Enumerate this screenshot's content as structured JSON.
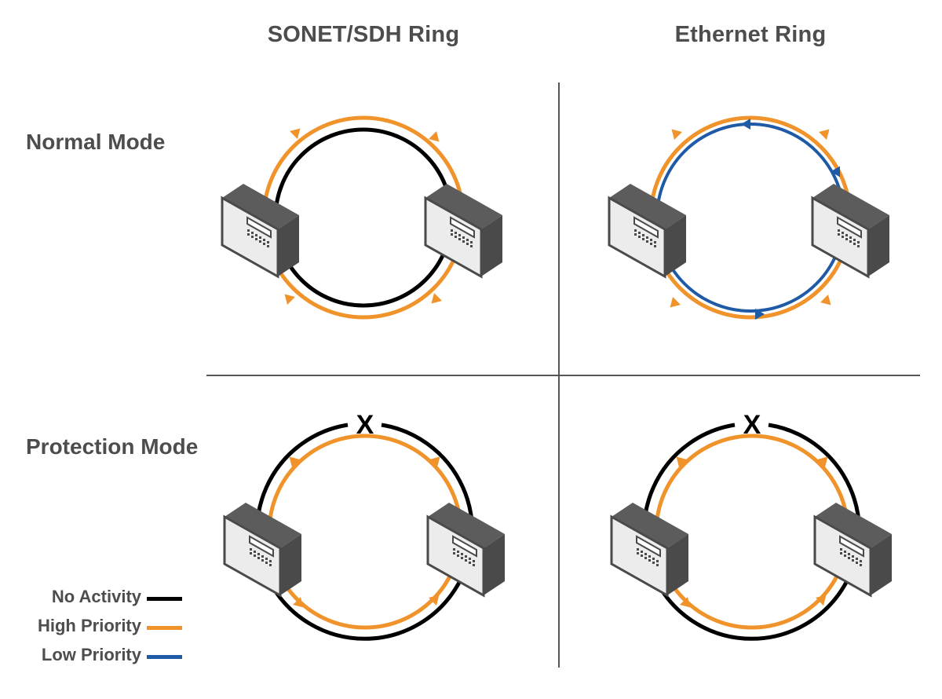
{
  "columns": {
    "sonet": "SONET/SDH Ring",
    "ethernet": "Ethernet Ring"
  },
  "rows": {
    "normal": "Normal Mode",
    "protection": "Protection Mode"
  },
  "break_marker": "X",
  "colors": {
    "no_activity": "#000000",
    "high_priority": "#f0932b",
    "low_priority": "#1f5aa6",
    "device_front": "#ededed",
    "device_top": "#5a5a5a",
    "device_side": "#4a4a4a",
    "divider": "#555555",
    "text": "#4d4d4d"
  },
  "legend": [
    {
      "label": "No Activity",
      "color": "#000000"
    },
    {
      "label": "High Priority",
      "color": "#f0932b"
    },
    {
      "label": "Low Priority",
      "color": "#1f5aa6"
    }
  ]
}
